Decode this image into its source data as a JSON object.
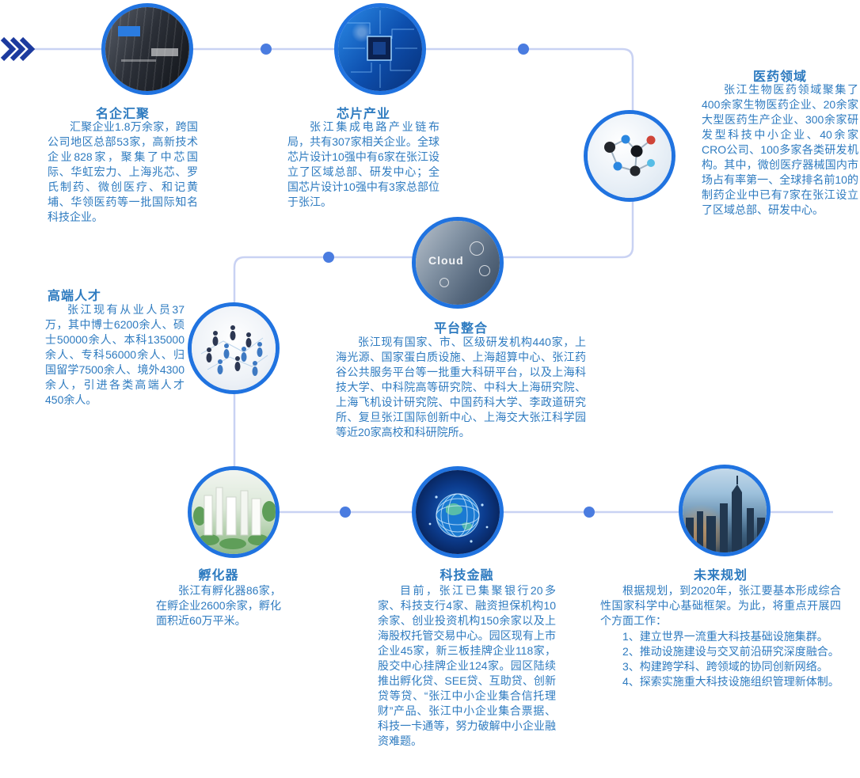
{
  "palette": {
    "body_text": "#2e7bc0",
    "circle_ring": "#2073e0",
    "connector_line": "#c9d2f3",
    "connector_dot": "#4a7ce0",
    "chevron": "#1c3a9e",
    "background": "#ffffff"
  },
  "photos": {
    "cloud_label": "Cloud"
  },
  "nodes": [
    {
      "key": "famous-companies",
      "title": "名企汇聚",
      "text": "汇聚企业1.8万余家，跨国公司地区总部53家，高新技术企业828家，聚集了中芯国际、华虹宏力、上海兆芯、罗氏制药、微创医疗、和记黄埔、华领医药等一批国际知名科技企业。"
    },
    {
      "key": "chip-industry",
      "title": "芯片产业",
      "text": "张江集成电路产业链布局，共有307家相关企业。全球芯片设计10强中有6家在张江设立了区域总部、研发中心；全国芯片设计10强中有3家总部位于张江。"
    },
    {
      "key": "pharma-field",
      "title": "医药领域",
      "text": "张江生物医药领域聚集了400余家生物医药企业、20余家大型医药生产企业、300余家研发型科技中小企业、40余家CRO公司、100多家各类研发机构。其中，微创医疗器械国内市场占有率第一、全球排名前10的制药企业中已有7家在张江设立了区域总部、研发中心。"
    },
    {
      "key": "platform-integration",
      "title": "平台整合",
      "text": "张江现有国家、市、区级研发机构440家，上海光源、国家蛋白质设施、上海超算中心、张江药谷公共服务平台等一批重大科研平台，以及上海科技大学、中科院高等研究院、中科大上海研究院、上海飞机设计研究院、中国药科大学、李政道研究所、复旦张江国际创新中心、上海交大张江科学园等近20家高校和科研院所。"
    },
    {
      "key": "high-end-talent",
      "title": "高端人才",
      "text": "张江现有从业人员37万，其中博士6200余人、硕士50000余人、本科135000余人、专科56000余人、归国留学7500余人、境外4300余人，引进各类高端人才450余人。"
    },
    {
      "key": "incubators",
      "title": "孵化器",
      "text": "张江有孵化器86家，在孵企业2600余家，孵化面积近60万平米。"
    },
    {
      "key": "tech-finance",
      "title": "科技金融",
      "text": "目前，张江已集聚银行20多家、科技支行4家、融资担保机构10余家、创业投资机构150余家以及上海股权托管交易中心。园区现有上市企业45家，新三板挂牌企业118家，股交中心挂牌企业124家。园区陆续推出孵化贷、SEE贷、互助贷、创新贷等贷、“张江中小企业集合信托理财”产品、张江中小企业集合票据、科技一卡通等，努力破解中小企业融资难题。"
    },
    {
      "key": "future-plan",
      "title": "未来规划",
      "intro": "根据规划，到2020年，张江要基本形成综合性国家科学中心基础框架。为此，将重点开展四个方面工作：",
      "items": [
        "1、建立世界一流重大科技基础设施集群。",
        "2、推动设施建设与交叉前沿研究深度融合。",
        "3、构建跨学科、跨领域的协同创新网络。",
        "4、探索实施重大科技设施组织管理新体制。"
      ]
    }
  ]
}
